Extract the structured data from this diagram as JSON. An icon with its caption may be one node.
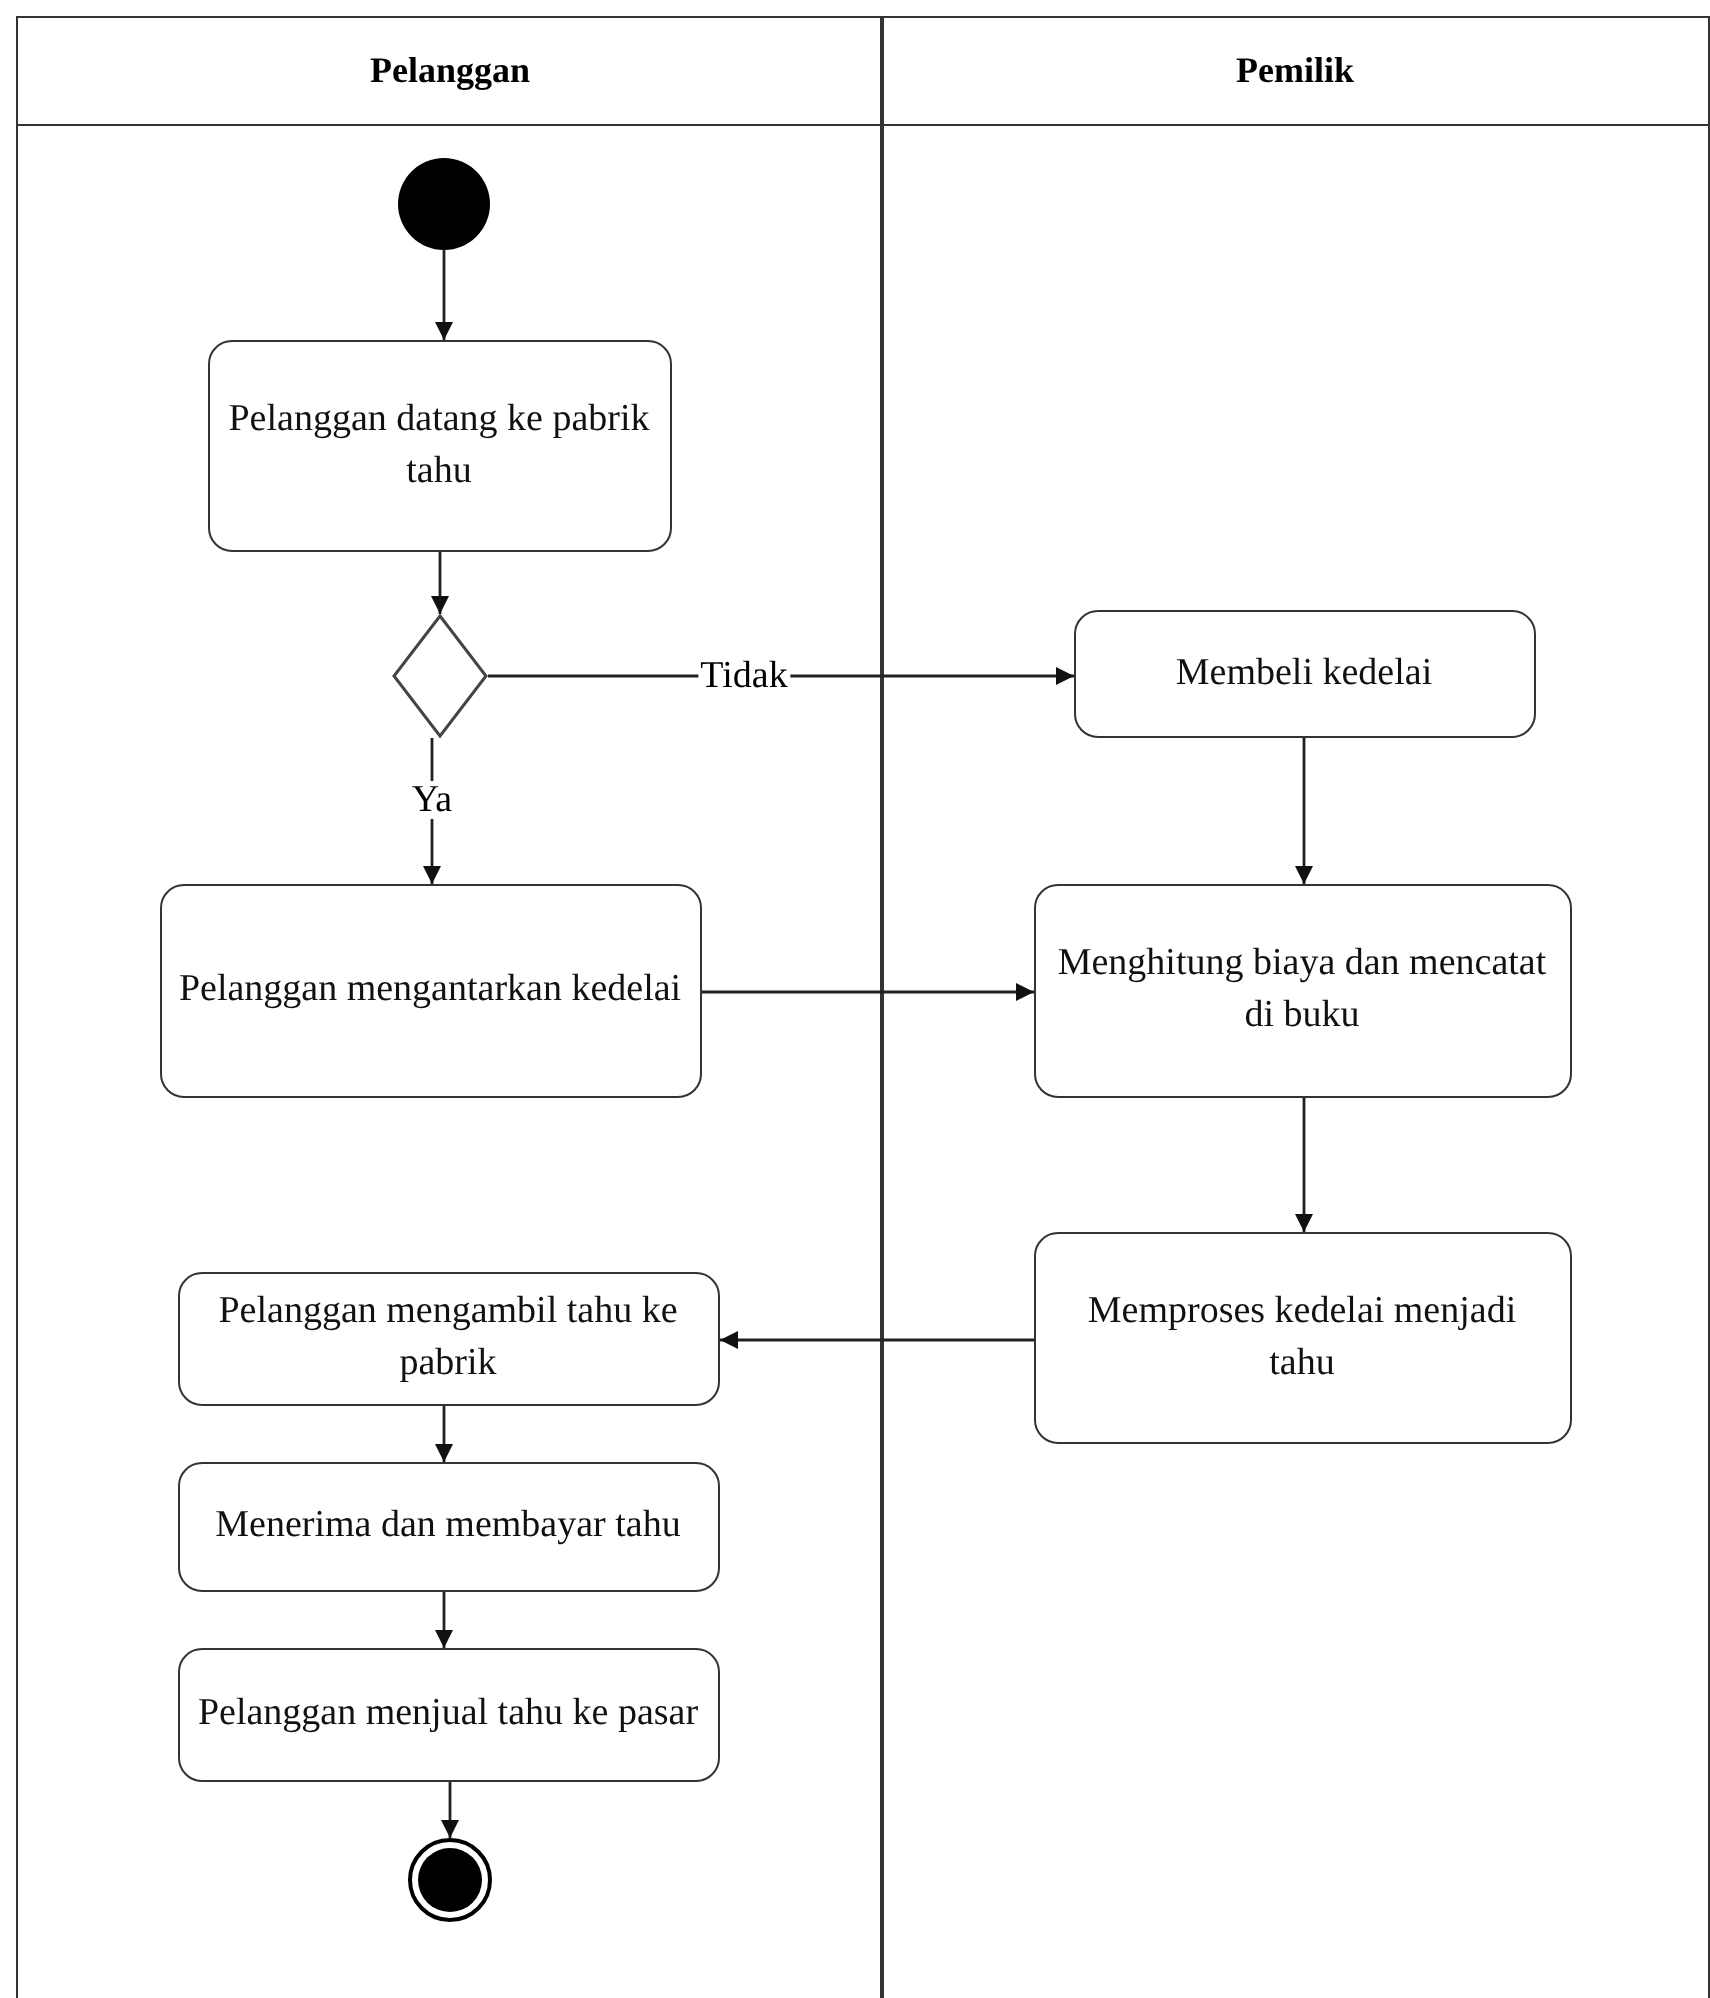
{
  "diagram": {
    "nodes": [
      {
        "text": [
          "Pelanggan"
        ]
      },
      {
        "text": [
          "Pemilik"
        ]
      },
      {
        "text": [],
        "shape": "circle",
        "in": 0
      },
      {
        "text": [
          "Pelanggan datang ke pabrik tahu"
        ],
        "in": 0
      },
      {
        "text": [],
        "shape": "diamond",
        "in": 0
      },
      {
        "text": [
          "Membeli kedelai"
        ],
        "in": 1
      },
      {
        "text": [
          "Pelanggan mengantarkan kedelai"
        ],
        "in": 0
      },
      {
        "text": [
          "Menghitung biaya dan mencatat di buku"
        ],
        "in": 1
      },
      {
        "text": [
          "Memproses kedelai menjadi tahu"
        ],
        "in": 1
      },
      {
        "text": [
          "Pelanggan mengambil tahu ke pabrik"
        ],
        "in": 0
      },
      {
        "text": [
          "Menerima dan membayar tahu"
        ],
        "in": 0
      },
      {
        "text": [
          "Pelanggan menjual tahu ke pasar"
        ],
        "in": 0
      },
      {
        "text": [],
        "shape": "bullseye",
        "in": 0
      }
    ],
    "edges": [
      {
        "from": 2,
        "to": 3,
        "arrow": "to"
      },
      {
        "from": 3,
        "to": 4,
        "arrow": "to"
      },
      {
        "from": 4,
        "to": 5,
        "arrow": "to",
        "label": "Tidak"
      },
      {
        "from": 4,
        "to": 6,
        "arrow": "to",
        "label": "Ya"
      },
      {
        "from": 5,
        "to": 7,
        "arrow": "to"
      },
      {
        "from": 6,
        "to": 7,
        "arrow": "to"
      },
      {
        "from": 7,
        "to": 8,
        "arrow": "to"
      },
      {
        "from": 8,
        "to": 9,
        "arrow": "to"
      },
      {
        "from": 9,
        "to": 10,
        "arrow": "to"
      },
      {
        "from": 10,
        "to": 11,
        "arrow": "to"
      },
      {
        "from": 11,
        "to": 12,
        "arrow": "to"
      }
    ]
  }
}
